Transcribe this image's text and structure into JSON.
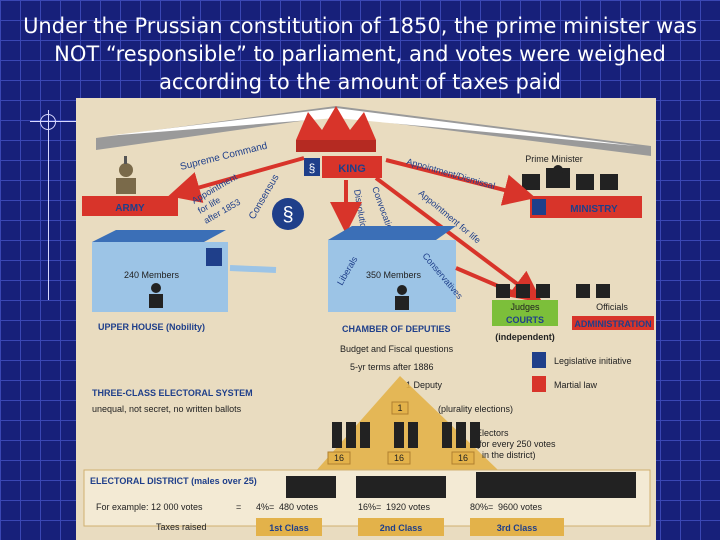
{
  "slide": {
    "title": "Under the Prussian constitution of 1850, the prime minister was NOT “responsible” to parliament, and votes were weighed according to the amount of taxes paid"
  },
  "diagram": {
    "king": "KING",
    "army": "ARMY",
    "ministry": "MINISTRY",
    "prime_minister": "Prime Minister",
    "supreme_command": "Supreme Command",
    "appointment_life_1853": [
      "Appointment",
      "for life",
      "after 1853"
    ],
    "consensus": "Consensus",
    "dissolution": "Dissolution",
    "convocation": "Convocation",
    "appointment_dismissal": "Appointment/Dismissal",
    "appointment_for_life": "Appointment for life",
    "upper_house_members": "240 Members",
    "upper_house_label": "UPPER HOUSE (Nobility)",
    "chamber_members": "350 Members",
    "chamber_label": "CHAMBER OF DEPUTIES",
    "liberals": "Liberals",
    "conservatives": "Conservatives",
    "judges": "Judges",
    "officials": "Officials",
    "courts": "COURTS",
    "administration": "ADMINISTRATION",
    "independent": "(independent)",
    "budget": "Budget and Fiscal questions",
    "terms": "5-yr terms after 1886",
    "one_deputy": "1 Deputy",
    "legislative_initiative": "Legislative initiative",
    "martial_law": "Martial law",
    "three_class_title": "THREE-CLASS ELECTORAL SYSTEM",
    "three_class_sub": "unequal, not secret, no written ballots",
    "plurality": "(plurality elections)",
    "electors": [
      "Electors",
      "(for every 250 votes",
      "in the district)"
    ],
    "one_mark": "1",
    "electors_counts": [
      "16",
      "16",
      "16"
    ],
    "district_label": "ELECTORAL DISTRICT (males over 25)",
    "example_label": "For example: 12 000 votes",
    "equals": "=",
    "taxes_raised": "Taxes raised",
    "pct_1": "4%=",
    "votes_1": "480 votes",
    "pct_2": "16%=",
    "votes_2": "1920 votes",
    "pct_3": "80%=",
    "votes_3": "9600 votes",
    "class_1": "1st Class",
    "class_2": "2nd Class",
    "class_3": "3rd Class",
    "section_symbol": "§",
    "colors": {
      "red": "#d8342a",
      "blue_box": "#9cc4e6",
      "blue_dark": "#1f3f8a",
      "green": "#7cbf3a",
      "yellow": "#e3b24a",
      "beige": "#e9dcc0",
      "grey_roof": "#9a9a9a"
    }
  }
}
